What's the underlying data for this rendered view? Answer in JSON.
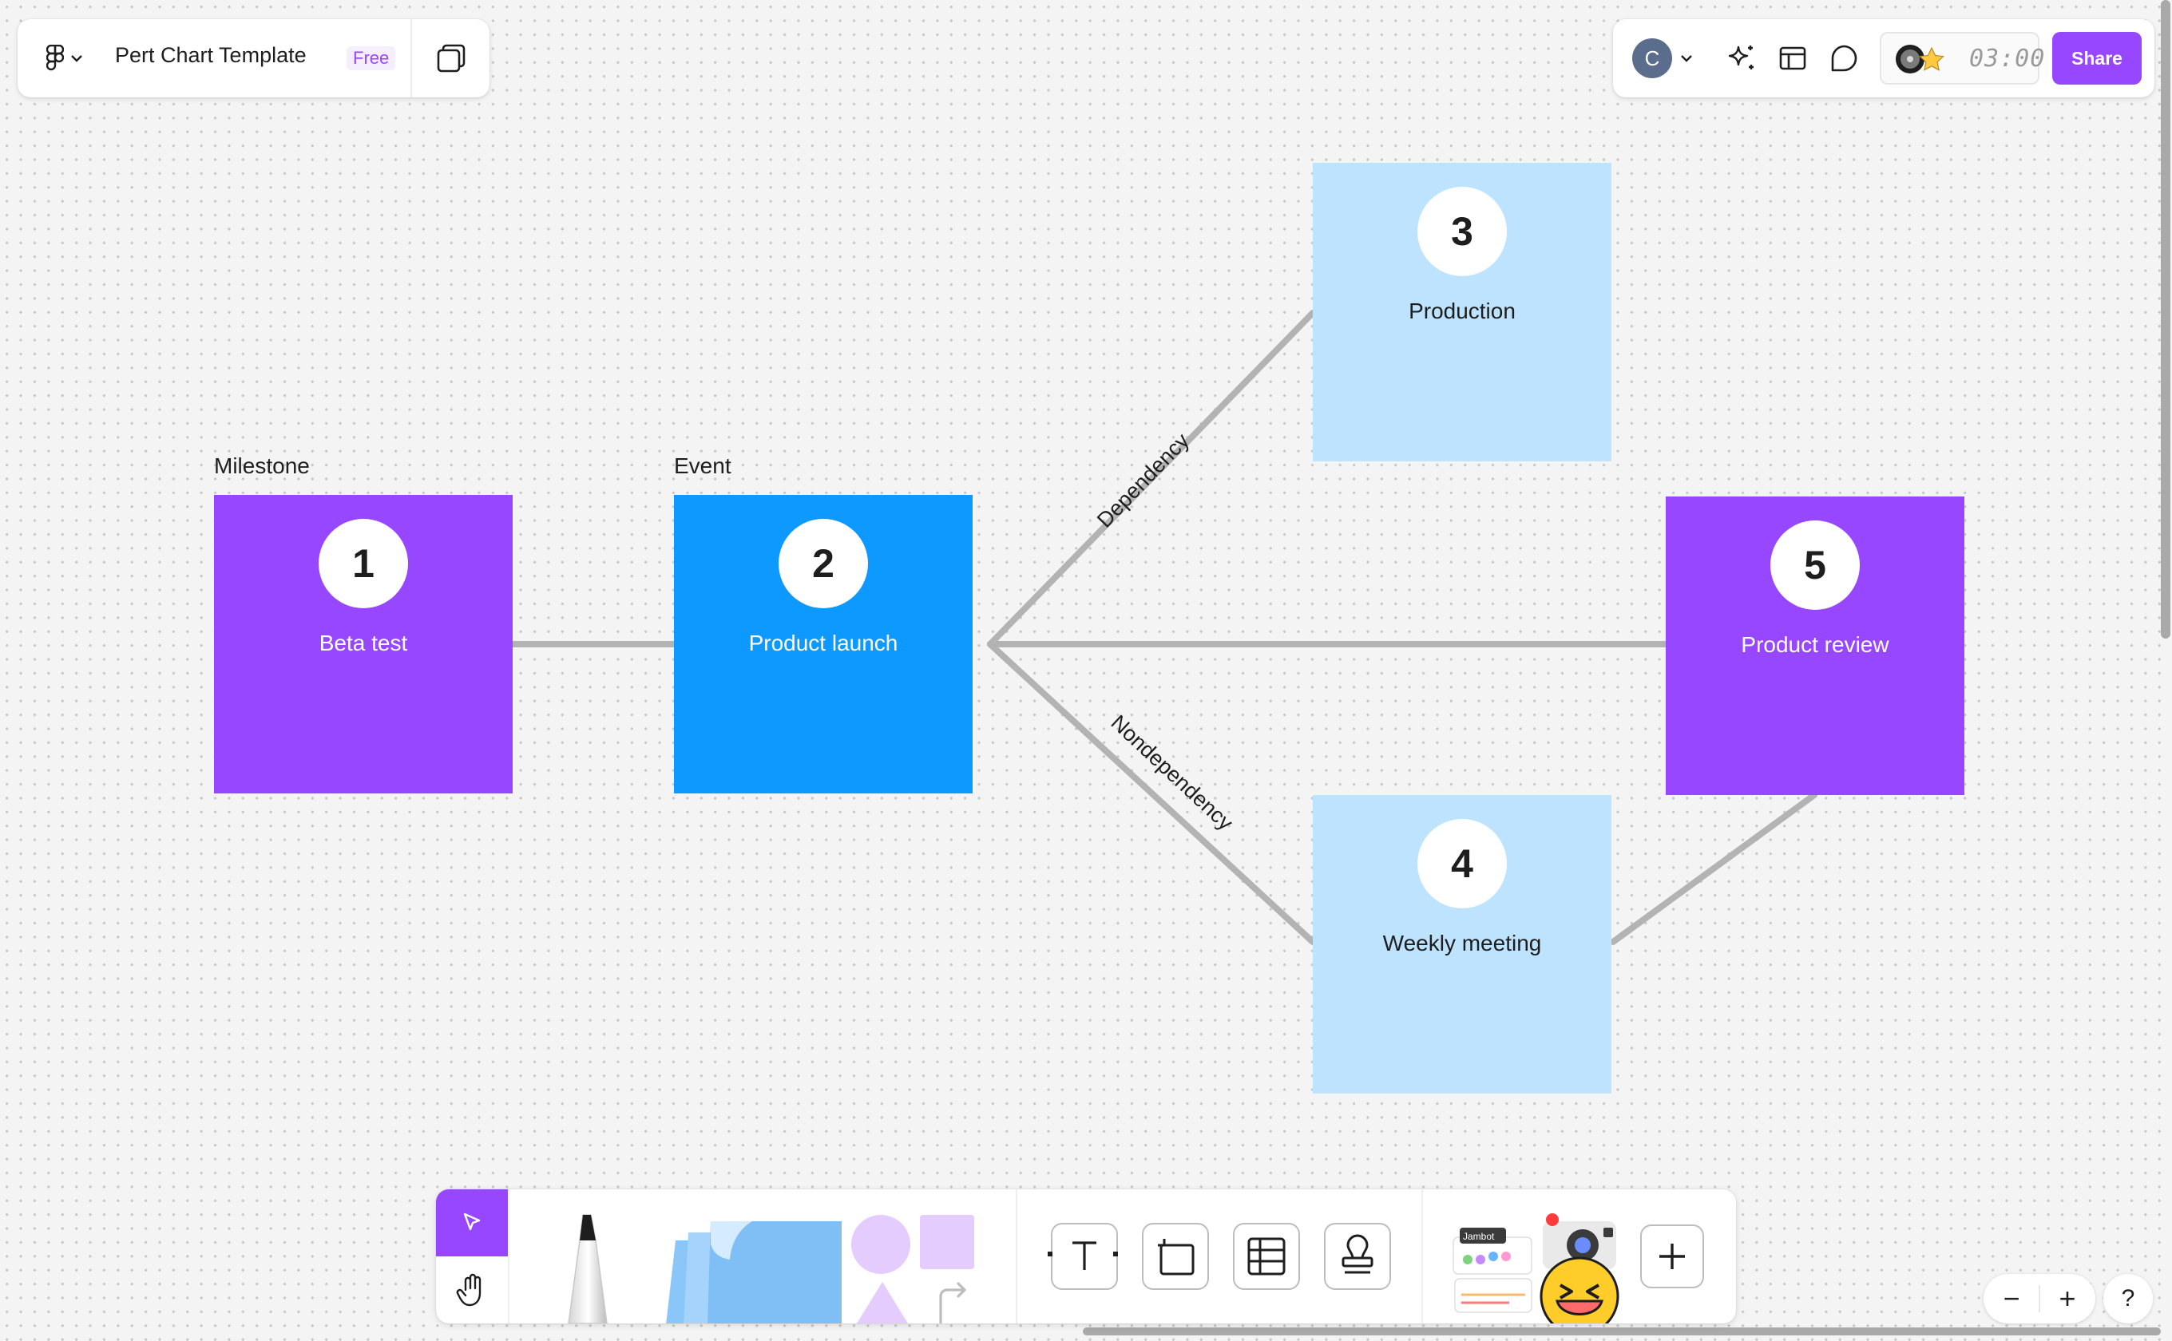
{
  "header": {
    "file_title": "Pert Chart Template",
    "plan_badge": "Free"
  },
  "top_right": {
    "avatar_initial": "C",
    "timer": "03:00",
    "share_label": "Share"
  },
  "canvas": {
    "headings": {
      "milestone": "Milestone",
      "event": "Event"
    },
    "nodes": [
      {
        "number": "1",
        "label": "Beta test",
        "color": "#9747ff"
      },
      {
        "number": "2",
        "label": "Product launch",
        "color": "#0d99ff"
      },
      {
        "number": "3",
        "label": "Production",
        "color": "#bde3ff"
      },
      {
        "number": "4",
        "label": "Weekly meeting",
        "color": "#bde3ff"
      },
      {
        "number": "5",
        "label": "Product review",
        "color": "#9747ff"
      }
    ],
    "edge_labels": {
      "dependency": "Dependency",
      "nondependency": "Nondependency"
    }
  },
  "toolbar": {
    "tools": [
      "select-tool",
      "hand-tool",
      "marker-tool",
      "sticky-note-tool",
      "shapes-tool",
      "text-tool",
      "section-tool",
      "table-tool",
      "stamp-tool",
      "widgets-tool",
      "more-tool"
    ],
    "widget_sticker_text": "Jambot"
  },
  "zoom": {
    "minus": "−",
    "plus": "+",
    "help": "?"
  },
  "colors": {
    "accent": "#9747ff",
    "blue": "#0d99ff",
    "light_blue": "#bde3ff",
    "connector": "#b3b3b3"
  }
}
